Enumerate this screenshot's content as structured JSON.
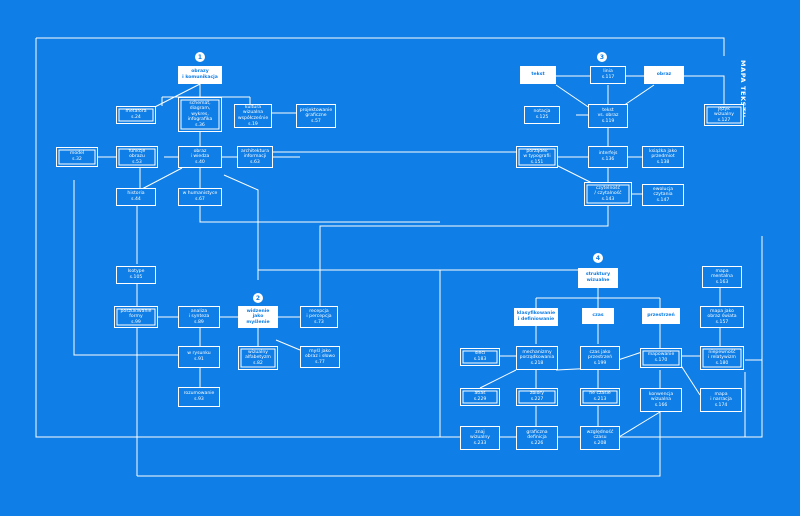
{
  "title": "MAPA TEKSTU",
  "sections": [
    "1",
    "2",
    "3",
    "4"
  ],
  "nodes": {
    "obrazy": "obrazy\ni komunikacja",
    "schemat": "schemat,\ndiagram,\nwykres,\ninfografika\ns.36",
    "kultura": "kultura\nwizualna\nwspółcześnie\ns.19",
    "projektowanie": "projektowanie\ngraficzne\ns.57",
    "metafora": "metafora\ns.24",
    "model": "model\ns.32",
    "funkcje": "funkcje\nobrazu\ns.53",
    "obraz_wiedza": "obraz\ni wiedza\ns.40",
    "architektura": "architektura\ninformacji\ns.63",
    "historia": "historia\ns.44",
    "humanistyce": "w humanistyce\ns.67",
    "isotype": "Isotype\ns.105",
    "poszukiwanie": "poszukiwanie\nformy\ns.99",
    "analiza": "analiza\ni synteza\ns.89",
    "widzenie": "widzenie jako\nmyślenie",
    "recepcja": "recepcja\ni percepcja\ns.73",
    "w_rysunku": "w rysunku\ns.91",
    "alfabetyzm": "wizualny\nalfabetyzm\ns.82",
    "mysl": "myśl jako\nobraz i słowo\ns.77",
    "rozumowanie": "rozumowanie\ns.93",
    "tekst": "tekst",
    "linia": "linia\ns.117",
    "obraz3": "obraz",
    "jezyk": "język\nwizualny\ns.127",
    "notacja": "notacja\ns.125",
    "tekst_obraz": "tekst\nvs. obraz\ns.119",
    "porzadek": "porządek\nw typografii\ns.151",
    "interfejs": "interfejs\ns.136",
    "ksiazka": "książka jako\nprzedmiot\ns.138",
    "czytelnosc": "czytelność\n/ czytalność\ns.143",
    "ewolucja": "ewolucja\nczytania\ns.147",
    "struktury": "struktury\nwizualne",
    "klasyfikowanie": "klasyfikowanie\ni definiowanie",
    "czas": "czas",
    "przestrzen": "przestrzeń",
    "mapa_mentalna": "mapa\nmentalna\ns.163",
    "mapa_obraz": "mapa jako\nobraz świata\ns.157",
    "sieci": "sieci\ns.183",
    "mechanizmy": "mechanizmy\nporządkowania\ns.218",
    "czas_jako": "czas jako\nprzestrzeń\ns.199",
    "mapowanie": "mapowanie\ns.170",
    "niepewnosc": "niepewność\ni relatywizm\ns.180",
    "atlas": "atlas\ns.229",
    "zbiory": "zbiory\ns.227",
    "ne_czasie": "ne czasie\ns.213",
    "konwencja": "konwencja\nwizualna\ns.166",
    "mapa_narracja": "mapa\ni narracja\ns.174",
    "znaj": "znaj\nwizualny\ns.233",
    "graficzna_def": "graficzna\ndefinicja\ns.226",
    "wzglednosc": "względność\nczasu\ns.208"
  }
}
